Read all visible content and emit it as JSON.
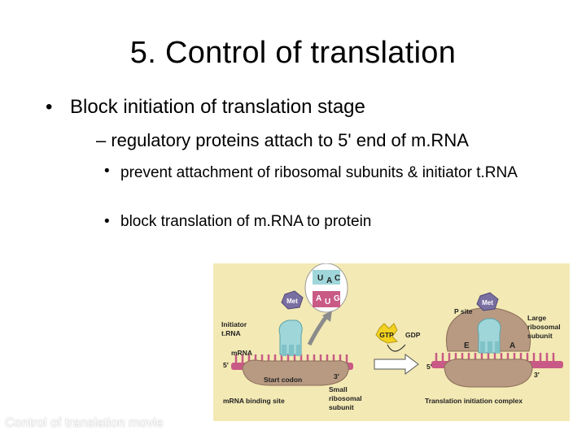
{
  "slide": {
    "title": "5. Control of translation",
    "bullet1": "Block initiation of translation stage",
    "bullet2": "– regulatory proteins attach to 5' end of m.RNA",
    "bullet3": "prevent attachment of ribosomal subunits & initiator t.RNA",
    "bullet4": "block translation of m.RNA to protein",
    "bullet_symbol": "•",
    "movie_link": "Control of translation movie"
  },
  "figure": {
    "codon_top": [
      "U",
      "A",
      "C"
    ],
    "codon_bottom": [
      "A",
      "U",
      "G"
    ],
    "met_left": "Met",
    "met_right": "Met",
    "initiator_trna": [
      "Initiator",
      "t.RNA"
    ],
    "mrna": "mRNA",
    "five_prime": "5′",
    "three_prime": "3′",
    "start_codon": "Start codon",
    "mrna_binding_site": "mRNA binding site",
    "small_subunit": [
      "Small",
      "ribosomal",
      "subunit"
    ],
    "gtp": "GTP",
    "gdp": "GDP",
    "p_site": "P site",
    "large_subunit": [
      "Large",
      "ribosomal",
      "subunit"
    ],
    "site_e": "E",
    "site_a": "A",
    "complex": "Translation initiation complex",
    "colors": {
      "background": "#f3e9b4",
      "ribosome": "#b89a82",
      "trna": "#9fd6da",
      "mrna": "#c95a86",
      "met": "#7a6fa1",
      "gtp": "#f2d21f"
    }
  }
}
